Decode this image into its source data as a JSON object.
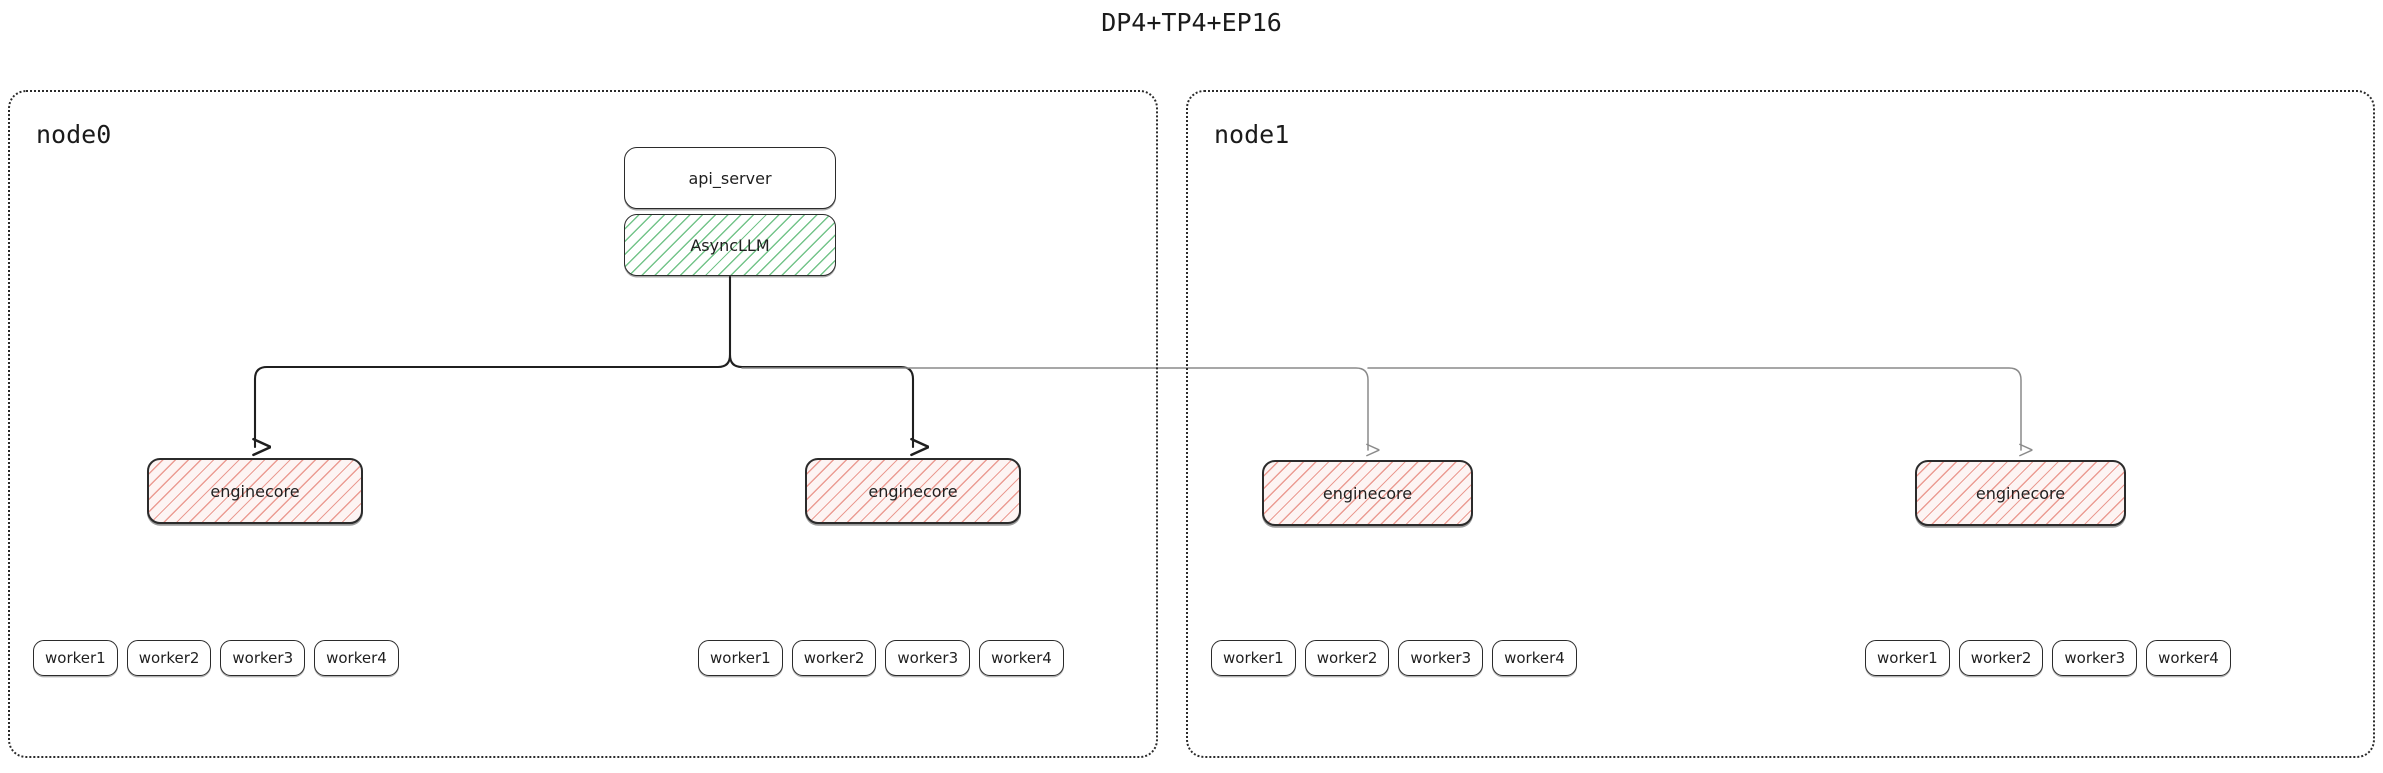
{
  "title": "DP4+TP4+EP16",
  "colors": {
    "background": "#ffffff",
    "border_dark": "#2b2b2b",
    "text": "#1f1f1f",
    "hatch_green": "#74c48a",
    "hatch_pink": "#eb9c93",
    "connector_dark": "#1f1f1f",
    "connector_light": "#888888"
  },
  "nodes": [
    {
      "label": "node0",
      "api_server": "api_server",
      "async_llm": "AsyncLLM",
      "enginecores": [
        {
          "label": "enginecore",
          "workers": [
            "worker1",
            "worker2",
            "worker3",
            "worker4"
          ]
        },
        {
          "label": "enginecore",
          "workers": [
            "worker1",
            "worker2",
            "worker3",
            "worker4"
          ]
        }
      ]
    },
    {
      "label": "node1",
      "enginecores": [
        {
          "label": "enginecore",
          "workers": [
            "worker1",
            "worker2",
            "worker3",
            "worker4"
          ]
        },
        {
          "label": "enginecore",
          "workers": [
            "worker1",
            "worker2",
            "worker3",
            "worker4"
          ]
        }
      ]
    }
  ],
  "layout": {
    "parallelism": {
      "data_parallel": 4,
      "tensor_parallel": 4,
      "expert_parallel": 16
    },
    "node_count": 2,
    "enginecores_per_node": 2,
    "workers_per_enginecore": 4
  }
}
